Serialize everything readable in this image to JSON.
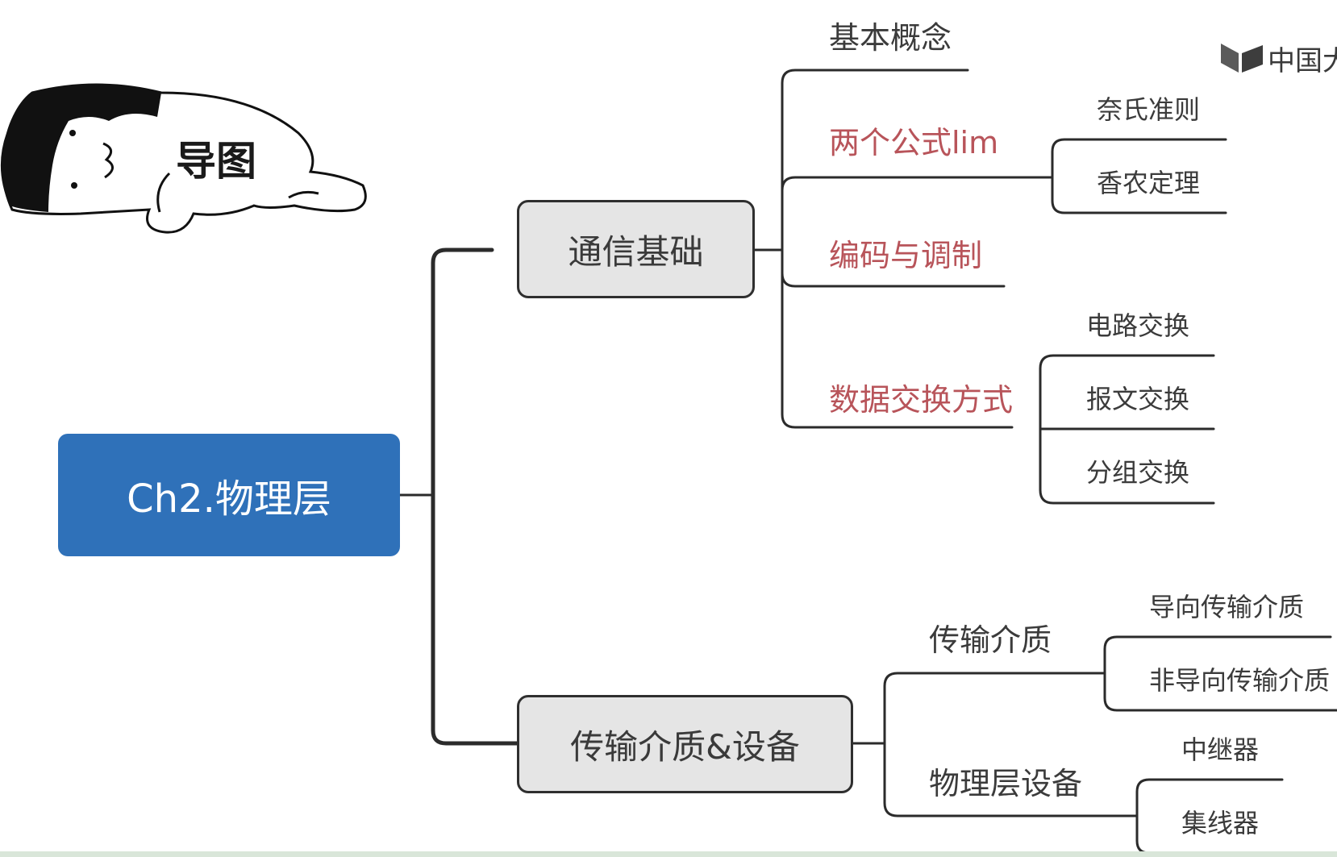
{
  "mindmap": {
    "root": "Ch2.物理层",
    "branches": [
      {
        "label": "通信基础",
        "children": [
          {
            "label": "基本概念"
          },
          {
            "label": "两个公式lim",
            "highlight": true,
            "children": [
              "奈氏准则",
              "香农定理"
            ]
          },
          {
            "label": "编码与调制",
            "highlight": true
          },
          {
            "label": "数据交换方式",
            "highlight": true,
            "children": [
              "电路交换",
              "报文交换",
              "分组交换"
            ]
          }
        ]
      },
      {
        "label": "传输介质&设备",
        "children": [
          {
            "label": "传输介质",
            "children": [
              "导向传输介质",
              "非导向传输介质"
            ]
          },
          {
            "label": "物理层设备",
            "children": [
              "中继器",
              "集线器"
            ]
          }
        ]
      }
    ]
  },
  "illustration": {
    "title": "导图"
  },
  "watermark": {
    "text": "中国大"
  },
  "colors": {
    "root_fill": "#2f71b9",
    "highlight_text": "#b8545a",
    "node_fill": "#e5e5e5"
  }
}
